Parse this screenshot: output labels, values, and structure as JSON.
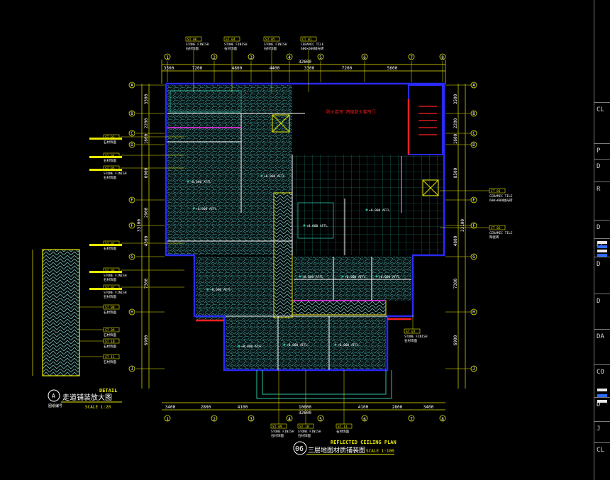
{
  "drawing": {
    "sheet_number": "06",
    "title_en": "REFLECTED CEILING PLAN",
    "title_cn": "三层地图材质铺装图",
    "scale": "SCALE 1:100"
  },
  "detail": {
    "title_en": "DETAIL",
    "title_cn": "走道铺装放大图",
    "scale": "SCALE 1:20",
    "mark": "A",
    "mark_sub": "图纸编号"
  },
  "dimensions": {
    "top_total": "32600",
    "top_segments": [
      "3300",
      "7200",
      "4800",
      "4400",
      "3300",
      "7200",
      "5600"
    ],
    "bottom_total": "32600",
    "bottom_segments": [
      "3400",
      "2800",
      "4100",
      "10000",
      "4100",
      "2800",
      "3400"
    ],
    "left_total": "33100",
    "right_total": "33100",
    "left_segments": [
      "3500",
      "2200",
      "1600",
      "6900",
      "2900",
      "4300",
      "7300",
      "6900"
    ],
    "right_segments": [
      "3500",
      "2200",
      "1600",
      "8500",
      "4800",
      "7300",
      "6900"
    ]
  },
  "grid_axes": {
    "top": [
      "1",
      "2",
      "3",
      "4",
      "5",
      "6",
      "7",
      "8"
    ],
    "left": [
      "A",
      "B",
      "C",
      "D",
      "E",
      "F",
      "G",
      "H",
      "J"
    ]
  },
  "callouts": {
    "top": [
      {
        "code": "ST 06",
        "name": "STONE FINISH",
        "cn": "石材饰面"
      },
      {
        "code": "ST 04",
        "name": "STONE FINISH",
        "cn": "石材饰面"
      },
      {
        "code": "ST 05",
        "name": "STONE FINISH",
        "cn": "石材饰面"
      },
      {
        "code": "CT 01",
        "name": "CERAMIC TILE",
        "cn": "600×600抛光砖"
      }
    ],
    "left": [
      {
        "code": "ST 03",
        "name": "",
        "cn": "石材饰面"
      },
      {
        "code": "ST 04",
        "name": "",
        "cn": "石材饰面"
      },
      {
        "code": "ST 05",
        "name": "STONE FINISH",
        "cn": "石材饰面"
      },
      {
        "code": "ST 01",
        "name": "",
        "cn": "石材饰面"
      },
      {
        "code": "ST 06",
        "name": "STONE FINISH",
        "cn": "石材饰面"
      },
      {
        "code": "ST 07",
        "name": "STONE FINISH",
        "cn": "石材饰面"
      }
    ],
    "right": [
      {
        "code": "CT 01",
        "name": "CERAMIC TILE",
        "cn": "600×600抛光砖"
      },
      {
        "code": "CT 02",
        "name": "CERAMIC TILE",
        "cn": "陶瓷砖"
      },
      {
        "code": "ST 07",
        "name": "STONE FINISH",
        "cn": "石材饰面"
      }
    ],
    "bottom": [
      {
        "code": "ST 09",
        "name": "STONE FINISH",
        "cn": "石材饰面"
      },
      {
        "code": "ST 10",
        "name": "STONE FINISH",
        "cn": "石材饰面"
      },
      {
        "code": "ST 11",
        "name": "",
        "cn": "石材饰面"
      }
    ],
    "detail": [
      {
        "code": "ST 08",
        "cn": "石材饰面"
      },
      {
        "code": "ST 09",
        "cn": "石材饰面"
      },
      {
        "code": "ST 10",
        "cn": "石材饰面"
      },
      {
        "code": "ST 11",
        "cn": "石材饰面"
      }
    ]
  },
  "room_tags": [
    "+0.000 AFFL",
    "+0.000 AFFL",
    "+0.000 AFFL",
    "+0.000 AFFL",
    "+0.000 AFFL",
    "+0.000 AFFL",
    "+0.000 AFFL",
    "+0.000 AFFL",
    "+0.000 AFFL",
    "+0.000 AFFL",
    "+0.000 AFFL",
    "+0.000 AFFL"
  ],
  "red_note": "防火卷帘 特级防火卷帘门",
  "title_block": [
    "CL",
    "P",
    "D",
    "R",
    "D",
    "CC",
    "D",
    "D",
    "DA",
    "CO",
    "D",
    "J",
    "CL"
  ],
  "colors": {
    "background": "#000000",
    "wall": "#2a2aff",
    "dimension": "#e8e800",
    "stone": "#4aa3a3",
    "grid": "#2fbfa5",
    "red": "#ff2020",
    "magenta": "#ff30ff"
  }
}
